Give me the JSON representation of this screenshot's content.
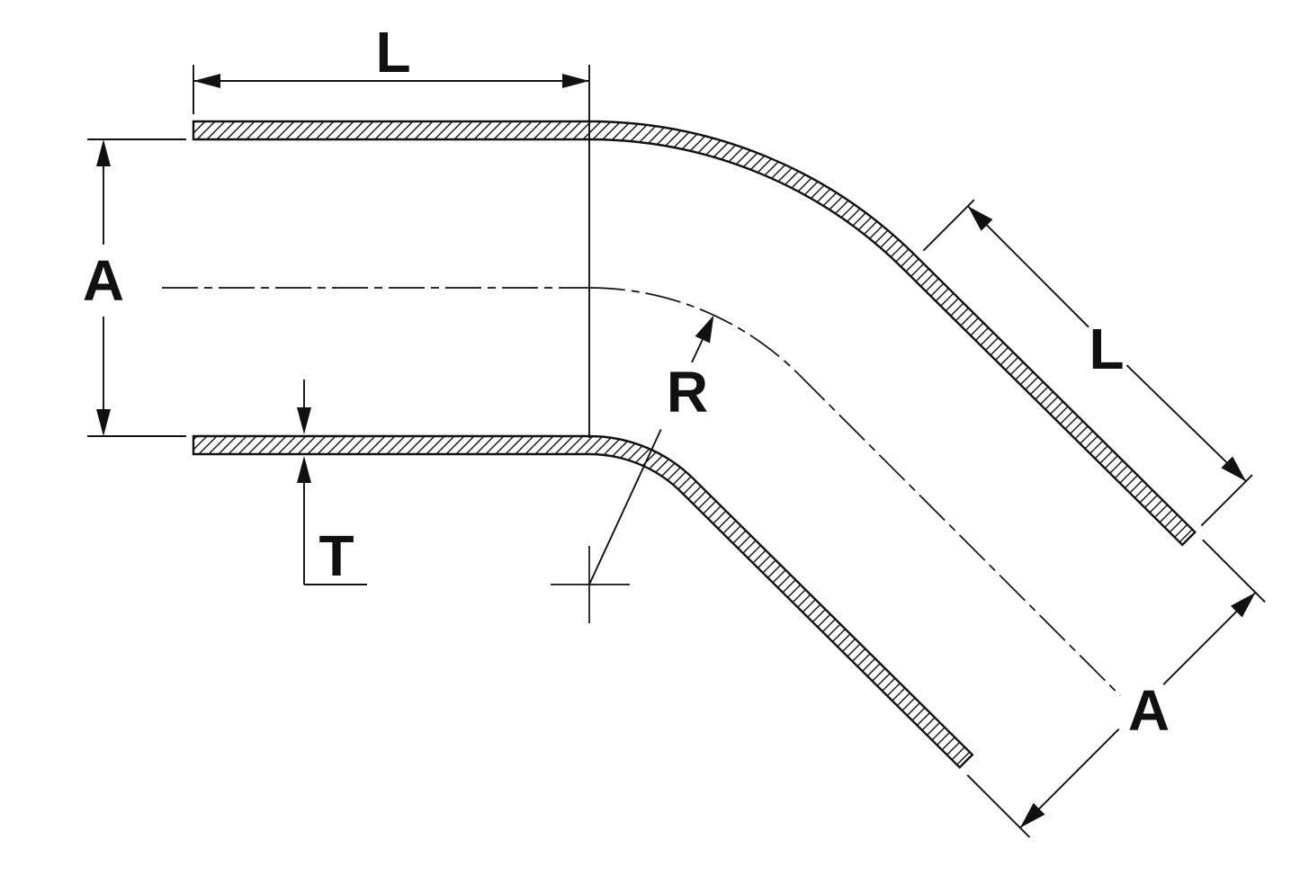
{
  "labels": {
    "length_top": "L",
    "diameter_left": "A",
    "thickness": "T",
    "radius": "R",
    "length_diagonal": "L",
    "diameter_diagonal": "A"
  },
  "colors": {
    "line": "#111111",
    "background": "#ffffff"
  }
}
